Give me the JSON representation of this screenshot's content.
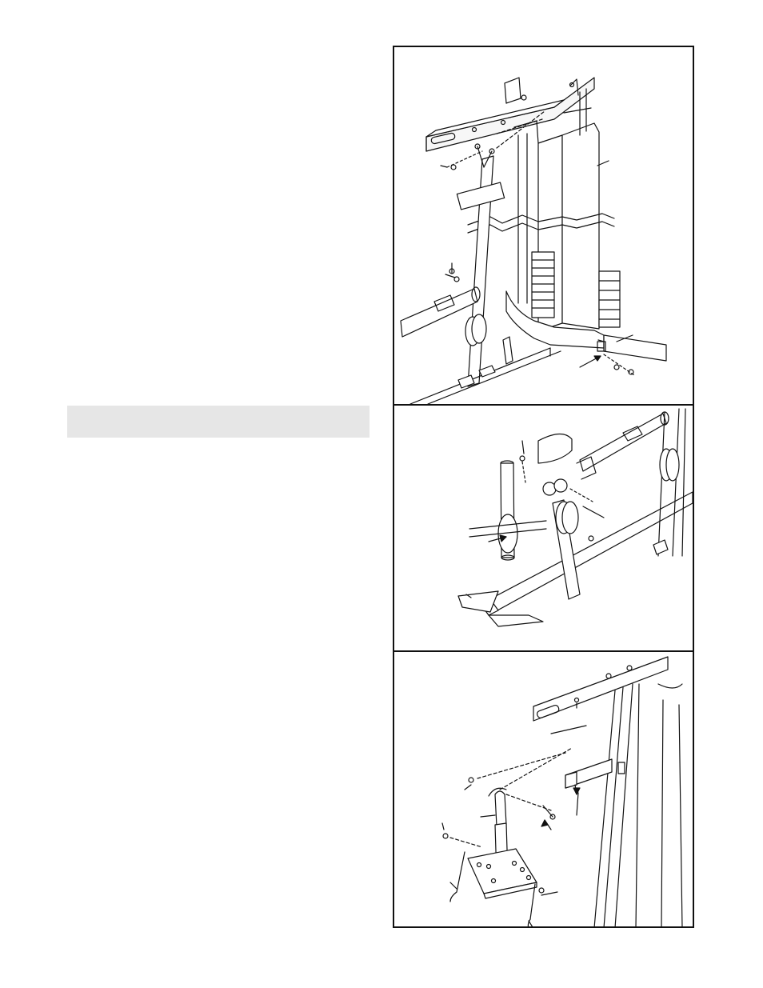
{
  "page": {
    "instructions_band": ""
  },
  "figures": [
    {
      "name": "frame-assembly"
    },
    {
      "name": "base-assembly"
    },
    {
      "name": "footplate-assembly"
    }
  ]
}
